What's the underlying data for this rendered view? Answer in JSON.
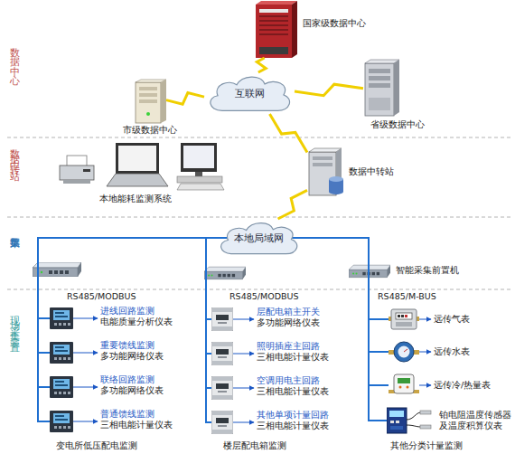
{
  "diagram": {
    "nodes": [
      {
        "text": [
          "国家级数据中心"
        ]
      },
      {
        "text": [
          "市级数据中心"
        ]
      },
      {
        "text": [
          "互联网"
        ]
      },
      {
        "text": [
          "省级数据中心"
        ]
      },
      {
        "text": [
          "本地能耗监测系统"
        ]
      },
      {
        "text": [
          "数据中转站"
        ]
      },
      {
        "text": [
          "本地局域网"
        ]
      },
      {
        "text": [
          "RS485/MODBUS"
        ]
      },
      {
        "text": [
          "RS485/MODBUS"
        ]
      },
      {
        "text": [
          "智能采集前置机",
          "RS485/M-BUS"
        ]
      },
      {
        "text": [
          "进线回路监测",
          "电能质量分析仪表"
        ]
      },
      {
        "text": [
          "重要馈线监测",
          "多功能网络仪表"
        ]
      },
      {
        "text": [
          "联络回路监测",
          "多功能网络仪表"
        ]
      },
      {
        "text": [
          "普通馈线监测",
          "三相电能计量仪表"
        ]
      },
      {
        "text": [
          "层配电箱主开关",
          "多功能网络仪表"
        ]
      },
      {
        "text": [
          "照明插座主回路",
          "三相电能计量仪表"
        ]
      },
      {
        "text": [
          "空调用电主回路",
          "三相电能计量仪表"
        ]
      },
      {
        "text": [
          "其他单项计量回路",
          "三相电能计量仪表"
        ]
      },
      {
        "text": [
          "远传气表"
        ]
      },
      {
        "text": [
          "远传水表"
        ]
      },
      {
        "text": [
          "远传冷/热量表"
        ]
      },
      {
        "text": [
          "铂电阻温度传感器 及温度积算仪表"
        ]
      }
    ],
    "edges": [
      {
        "from": 0,
        "to": 2,
        "arrow": "none"
      },
      {
        "from": 1,
        "to": 2,
        "arrow": "none"
      },
      {
        "from": 3,
        "to": 2,
        "arrow": "none"
      },
      {
        "from": 2,
        "to": 5,
        "arrow": "none"
      },
      {
        "from": 5,
        "to": 6,
        "arrow": "none"
      },
      {
        "from": 6,
        "to": 7,
        "arrow": "none"
      },
      {
        "from": 6,
        "to": 8,
        "arrow": "none"
      },
      {
        "from": 6,
        "to": 9,
        "arrow": "none"
      },
      {
        "from": 7,
        "to": 10,
        "arrow": "none"
      },
      {
        "from": 7,
        "to": 11,
        "arrow": "none"
      },
      {
        "from": 7,
        "to": 12,
        "arrow": "none"
      },
      {
        "from": 7,
        "to": 13,
        "arrow": "none"
      },
      {
        "from": 8,
        "to": 14,
        "arrow": "none"
      },
      {
        "from": 8,
        "to": 15,
        "arrow": "none"
      },
      {
        "from": 8,
        "to": 16,
        "arrow": "none"
      },
      {
        "from": 8,
        "to": 17,
        "arrow": "none"
      },
      {
        "from": 9,
        "to": 18,
        "arrow": "none"
      },
      {
        "from": 9,
        "to": 19,
        "arrow": "none"
      },
      {
        "from": 9,
        "to": 20,
        "arrow": "none"
      },
      {
        "from": 9,
        "to": 21,
        "arrow": "none"
      }
    ],
    "labels": [
      "数据中心",
      "数据中转站",
      "数据采集",
      "现场采集装置",
      "变电所低压配电监测",
      "楼层配电箱监测",
      "其他分类计量监测"
    ]
  }
}
